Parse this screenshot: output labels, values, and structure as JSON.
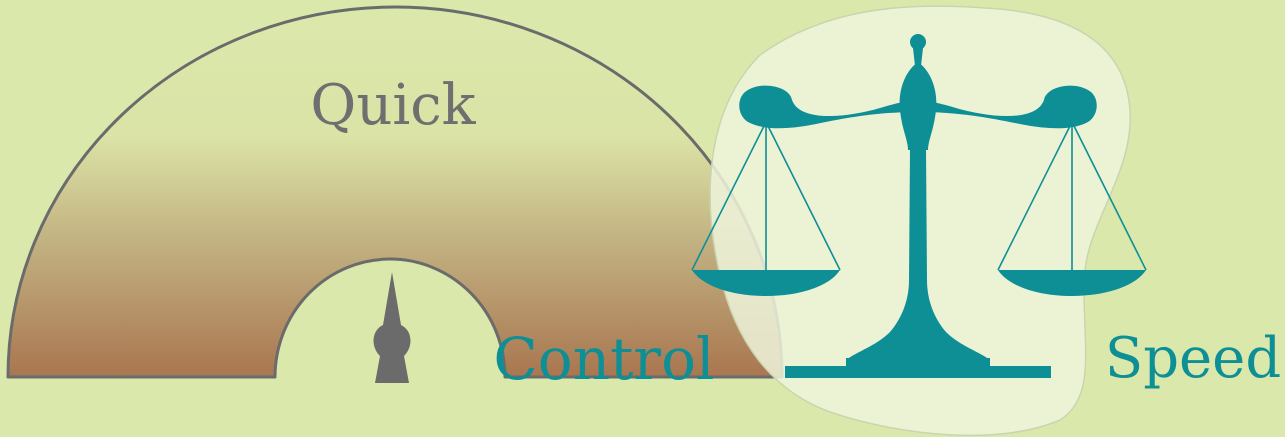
{
  "labels": {
    "quick": "Quick",
    "control": "Control",
    "speed": "Speed"
  },
  "colors": {
    "background": "#dbe8ac",
    "gauge_top": "#dbe8ac",
    "gauge_bottom": "#a97650",
    "gauge_outline": "#6b6b6b",
    "needle": "#6b6b6b",
    "scale": "#0e8f96",
    "blob": "#eef5dc",
    "label_gray": "#6f6f6f",
    "label_teal": "#0e8f96"
  },
  "icons": {
    "gauge": "speedometer-gauge-icon",
    "needle": "gauge-needle-icon",
    "scale": "balance-scale-icon"
  }
}
